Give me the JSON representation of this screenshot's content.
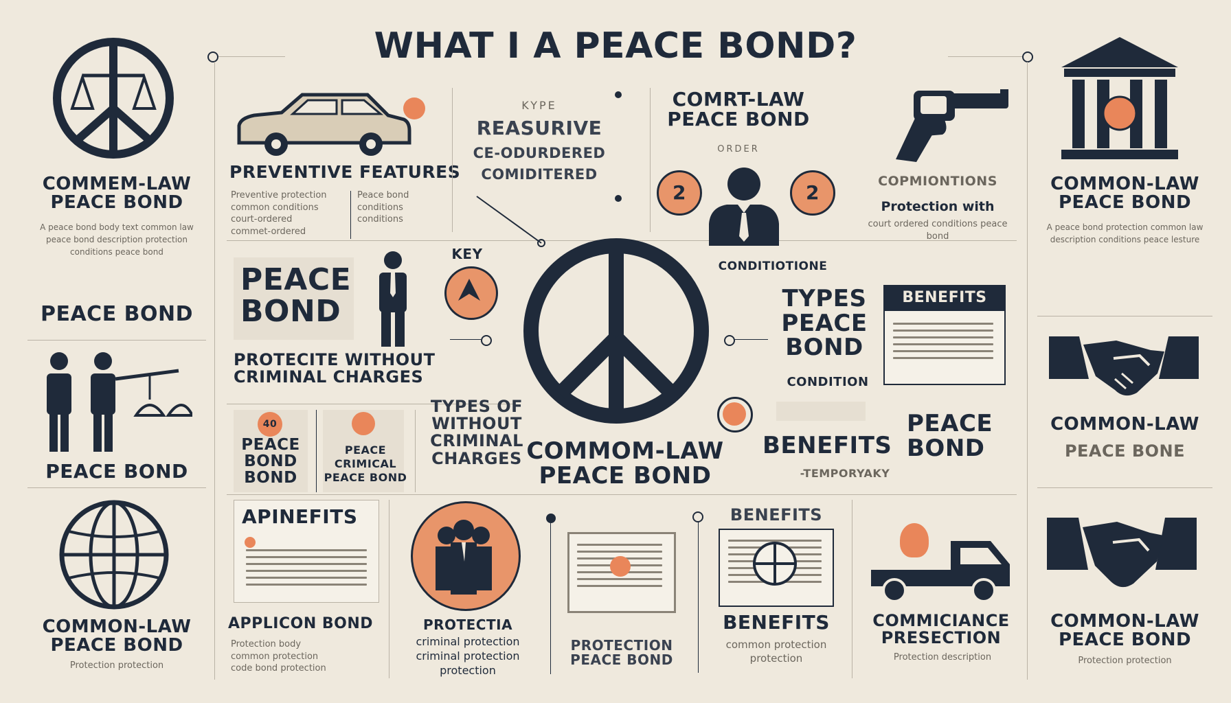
{
  "title": "WHAT I A PEACE BOND?",
  "left_column": {
    "top": {
      "heading": "COMMEM-LAW\nPEACE BOND",
      "body": "A peace bond body text common law peace bond description protection conditions peace bond",
      "footer": "PEACE BOND"
    },
    "middle": {
      "label": "PEACE BOND"
    },
    "bottom": {
      "heading": "COMMON-LAW\nPEACE BOND",
      "body": "Protection protection"
    }
  },
  "preventive": {
    "title": "PREVENTIVE FEATURES",
    "col1": "Preventive protection\ncommon conditions\ncourt-ordered\ncommet-ordered",
    "col2": "Peace bond\nconditions\nconditions"
  },
  "reasurive": {
    "kicker": "KYPE",
    "line1": "REASURIVE",
    "line2": "CE-ODURDERED",
    "line3": "COMIDITERED"
  },
  "comrt": {
    "heading": "COMRT-LAW\nPEACE BOND",
    "sub": "ORDER",
    "badge1": "2",
    "badge2": "2",
    "footer": "CONDITIOTIONE"
  },
  "copmon": {
    "heading": "COPMIONTIONS",
    "sub": "Protection with",
    "body": "court ordered conditions peace bond"
  },
  "right_column": {
    "top": {
      "heading": "COMMON-LAW\nPEACE BOND",
      "body": "A peace bond protection common law description conditions peace lesture"
    },
    "middle": {
      "heading": "COMMON-LAW",
      "sub": "PEACE BONE"
    },
    "bottom": {
      "heading": "COMMON-LAW\nPEACE BOND",
      "body": "Protection protection"
    }
  },
  "peace_box": {
    "title": "PEACE\nBOND",
    "caption": "PROTECITE WITHOUT\nCRIMINAL CHARGES"
  },
  "key": {
    "label": "KEY"
  },
  "types_box": {
    "title": "TYPES\nPEACE\nBOND",
    "footer": "CONDITION"
  },
  "benefits_card": {
    "title": "BENEFITS"
  },
  "small_boxes": {
    "box1": "PEACE\nBOND\nBOND",
    "box2": "PEACE\nCRIMICAL\nPEACE BOND",
    "box1_badge": "40"
  },
  "types_without": {
    "text": "TYPES OF\nWITHOUT\nCRIMINAL\nCHARGES"
  },
  "center_caption": {
    "text": "COMMOM-LAW\nPEACE BOND"
  },
  "benefits_peace": {
    "left": "BENEFITS",
    "right": "PEACE\nBOND",
    "sub": "-TEMPORYAKY"
  },
  "apbenefits": {
    "title": "APINEFITS",
    "caption": "APPLICON BOND",
    "body": "Protection body\ncommon protection\ncode bond protection"
  },
  "protectia": {
    "title": "PROTECTIA",
    "body": "criminal protection\ncriminal protection\nprotection"
  },
  "protection_peace": {
    "text": "PROTECTION\nPEACE BOND"
  },
  "benefits_bottom": {
    "title": "BENEFITS",
    "caption": "BENEFITS",
    "body": "common protection\nprotection"
  },
  "commicance": {
    "text": "COMMICIANCE\nPRESECTION",
    "body": "Protection description"
  },
  "colors": {
    "navy": "#1f2a3a",
    "bg": "#efe9dd",
    "accent": "#e9865a",
    "line": "#b9b2a5"
  }
}
